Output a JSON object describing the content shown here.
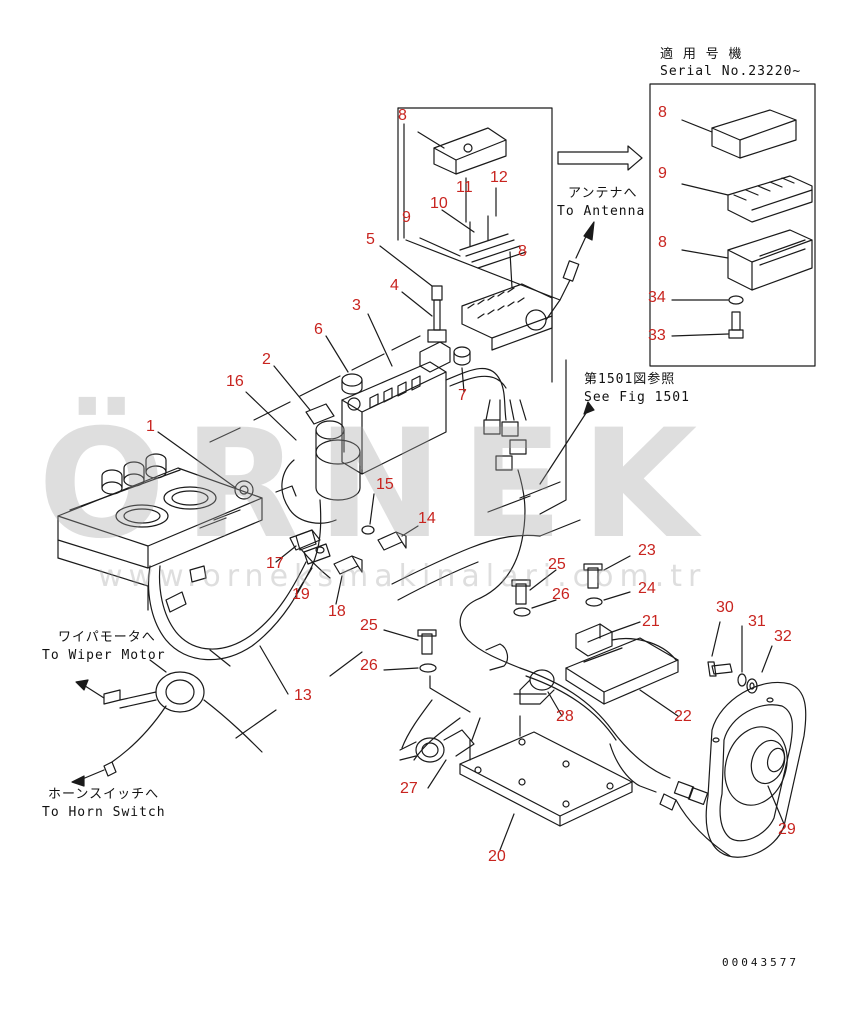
{
  "watermark": {
    "brand": "ÖRNEK",
    "url": "www.orneksmakinalari.com.tr"
  },
  "notes": {
    "serial_jp": "適 用 号 機",
    "serial_en": "Serial No.23220~",
    "antenna_jp": "アンテナへ",
    "antenna_en": "To Antenna",
    "fig_jp": "第1501図参照",
    "fig_en": "See Fig 1501",
    "wiper_jp": "ワイパモータへ",
    "wiper_en": "To Wiper Motor",
    "horn_jp": "ホーンスイッチへ",
    "horn_en": "To Horn Switch",
    "drawing_no": "00043577"
  },
  "callouts": [
    {
      "id": "c8a",
      "text": "8"
    },
    {
      "id": "c9a",
      "text": "9"
    },
    {
      "id": "c11",
      "text": "11"
    },
    {
      "id": "c12",
      "text": "12"
    },
    {
      "id": "c10",
      "text": "10"
    },
    {
      "id": "c8b",
      "text": "8"
    },
    {
      "id": "c5",
      "text": "5"
    },
    {
      "id": "c4",
      "text": "4"
    },
    {
      "id": "c3",
      "text": "3"
    },
    {
      "id": "c6",
      "text": "6"
    },
    {
      "id": "c2",
      "text": "2"
    },
    {
      "id": "c16",
      "text": "16"
    },
    {
      "id": "c7",
      "text": "7"
    },
    {
      "id": "c1",
      "text": "1"
    },
    {
      "id": "c15",
      "text": "15"
    },
    {
      "id": "c14",
      "text": "14"
    },
    {
      "id": "c17",
      "text": "17"
    },
    {
      "id": "c19",
      "text": "19"
    },
    {
      "id": "c18",
      "text": "18"
    },
    {
      "id": "c13",
      "text": "13"
    },
    {
      "id": "c25a",
      "text": "25"
    },
    {
      "id": "c26a",
      "text": "26"
    },
    {
      "id": "c23",
      "text": "23"
    },
    {
      "id": "c24",
      "text": "24"
    },
    {
      "id": "c21",
      "text": "21"
    },
    {
      "id": "c25b",
      "text": "25"
    },
    {
      "id": "c26b",
      "text": "26"
    },
    {
      "id": "c22",
      "text": "22"
    },
    {
      "id": "c28",
      "text": "28"
    },
    {
      "id": "c27",
      "text": "27"
    },
    {
      "id": "c20",
      "text": "20"
    },
    {
      "id": "c30",
      "text": "30"
    },
    {
      "id": "c31",
      "text": "31"
    },
    {
      "id": "c32",
      "text": "32"
    },
    {
      "id": "c29",
      "text": "29"
    },
    {
      "id": "c8c",
      "text": "8"
    },
    {
      "id": "c9b",
      "text": "9"
    },
    {
      "id": "c8d",
      "text": "8"
    },
    {
      "id": "c34",
      "text": "34"
    },
    {
      "id": "c33",
      "text": "33"
    }
  ],
  "colors": {
    "callout": "#c8241f",
    "line": "#1a1a1a",
    "watermark": "#a0a0a0",
    "watermark_accent": "#f2d36b"
  }
}
